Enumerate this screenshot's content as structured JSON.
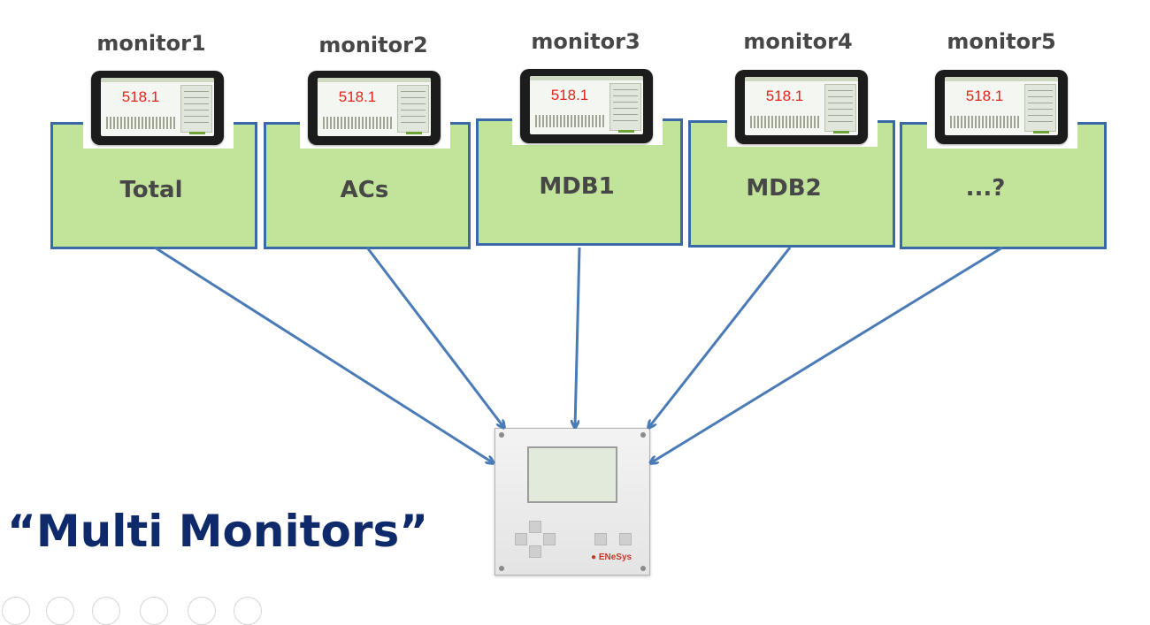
{
  "monitors": [
    {
      "label": "monitor1",
      "box_label": "Total",
      "reading": "518.1"
    },
    {
      "label": "monitor2",
      "box_label": "ACs",
      "reading": "518.1"
    },
    {
      "label": "monitor3",
      "box_label": "MDB1",
      "reading": "518.1"
    },
    {
      "label": "monitor4",
      "box_label": "MDB2",
      "reading": "518.1"
    },
    {
      "label": "monitor5",
      "box_label": "...?",
      "reading": "518.1"
    }
  ],
  "device": {
    "brand": "ENeSys"
  },
  "title": "“Multi Monitors”",
  "colors": {
    "box_fill": "#c1e39a",
    "box_border": "#3a69a7",
    "arrow": "#4a7bb7",
    "title": "#0e2a6b",
    "label": "#474747",
    "reading": "#e1251b"
  }
}
